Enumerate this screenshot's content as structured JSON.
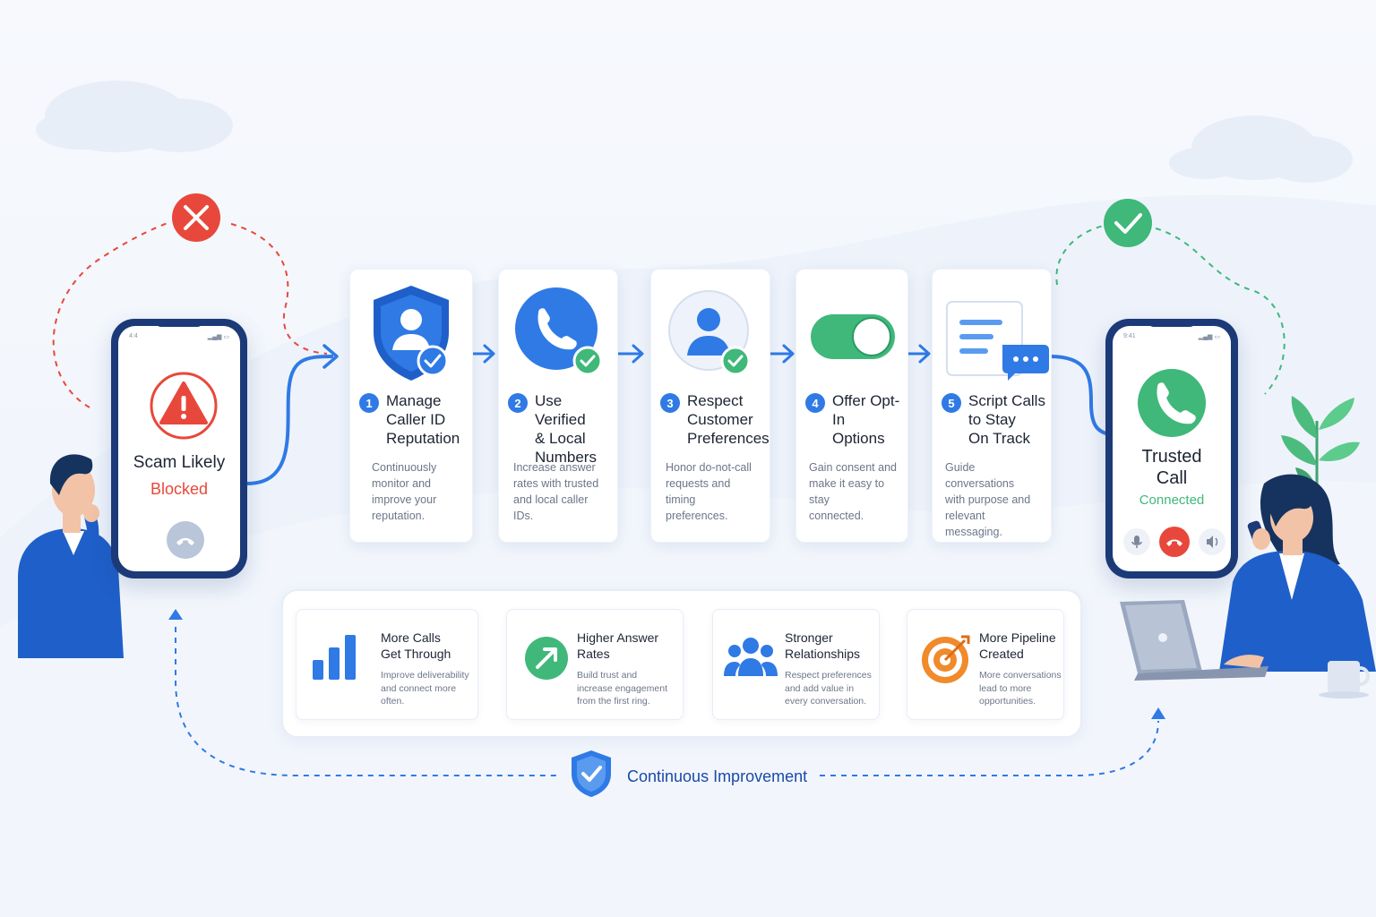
{
  "colors": {
    "accent": "#2f7ae5",
    "navy": "#1c3a78",
    "danger": "#e8483b",
    "success": "#3fb87a",
    "title": "#1a4aa8"
  },
  "left_phone": {
    "status_time": "4:4",
    "title": "Scam Likely",
    "status": "Blocked",
    "icons": [
      "warning-icon",
      "hang-up-icon"
    ]
  },
  "right_phone": {
    "status_time": "9:41",
    "title_line1": "Trusted",
    "title_line2": "Call",
    "status": "Connected",
    "icons": [
      "phone-icon",
      "microphone-icon",
      "end-call-icon",
      "speaker-icon"
    ]
  },
  "steps": [
    {
      "num": "1",
      "title_lines": [
        "Manage",
        "Caller ID",
        "Reputation"
      ],
      "desc_lines": [
        "Continuously",
        "monitor and",
        "improve your",
        "reputation."
      ],
      "icon": "shield-user-icon"
    },
    {
      "num": "2",
      "title_lines": [
        "Use Verified",
        "& Local",
        "Numbers"
      ],
      "desc_lines": [
        "Increase answer",
        "rates with trusted",
        "and local caller IDs."
      ],
      "icon": "phone-verified-icon"
    },
    {
      "num": "3",
      "title_lines": [
        "Respect",
        "Customer",
        "Preferences"
      ],
      "desc_lines": [
        "Honor do-not-call",
        "requests and timing",
        "preferences."
      ],
      "icon": "user-check-icon"
    },
    {
      "num": "4",
      "title_lines": [
        "Offer Opt-In",
        "Options"
      ],
      "desc_lines": [
        "Gain consent and",
        "make it easy to stay",
        "connected."
      ],
      "icon": "toggle-icon"
    },
    {
      "num": "5",
      "title_lines": [
        "Script Calls",
        "to Stay",
        "On Track"
      ],
      "desc_lines": [
        "Guide conversations",
        "with purpose and",
        "relevant messaging."
      ],
      "icon": "script-chat-icon"
    }
  ],
  "benefits": [
    {
      "title_lines": [
        "More Calls",
        "Get Through"
      ],
      "desc_lines": [
        "Improve deliverability",
        "and connect more",
        "often."
      ],
      "icon": "bar-chart-icon"
    },
    {
      "title_lines": [
        "Higher Answer",
        "Rates"
      ],
      "desc_lines": [
        "Build trust and",
        "increase engagement",
        "from the first ring."
      ],
      "icon": "trend-up-icon"
    },
    {
      "title_lines": [
        "Stronger",
        "Relationships"
      ],
      "desc_lines": [
        "Respect preferences",
        "and add value in",
        "every conversation."
      ],
      "icon": "people-icon"
    },
    {
      "title_lines": [
        "More Pipeline",
        "Created"
      ],
      "desc_lines": [
        "More conversations",
        "lead to more",
        "opportunities."
      ],
      "icon": "target-icon"
    }
  ],
  "continuous": {
    "label": "Continuous Improvement",
    "icon": "shield-check-icon"
  }
}
